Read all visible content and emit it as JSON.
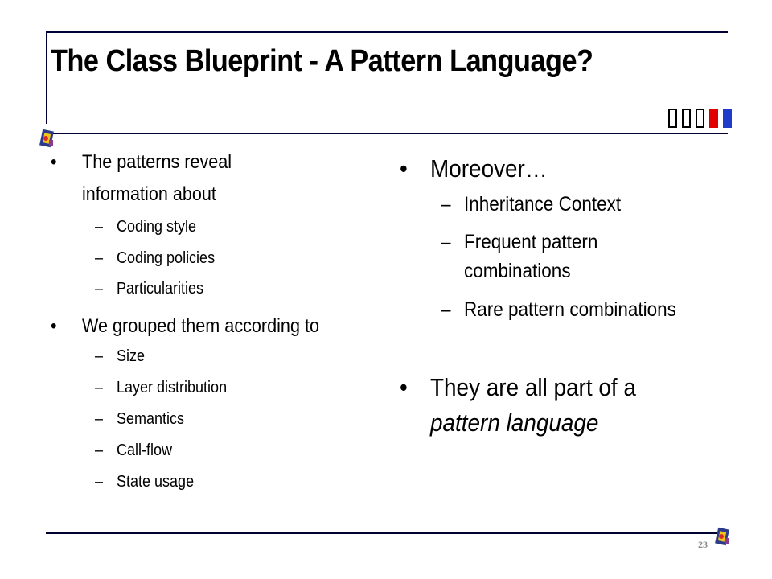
{
  "slide": {
    "title": "The Class Blueprint - A Pattern Language?",
    "page_number": "23",
    "left_column": {
      "bullet1": {
        "marker": "•",
        "line1": "The patterns reveal",
        "line2": "information about",
        "sub_items": [
          "Coding style",
          "Coding policies",
          "Particularities"
        ]
      },
      "bullet2": {
        "marker": "•",
        "text": "We grouped them according to",
        "sub_items": [
          "Size",
          "Layer distribution",
          "Semantics",
          "Call-flow",
          "State usage"
        ]
      },
      "dash": "–"
    },
    "right_column": {
      "bullet1": {
        "marker": "•",
        "text": "Moreover…",
        "sub1": "Inheritance Context",
        "sub2_line1": "Frequent pattern",
        "sub2_line2": "combinations",
        "sub3": "Rare pattern combinations"
      },
      "bullet2": {
        "marker": "•",
        "line1": "They are all part of a",
        "line2": "pattern language"
      },
      "dash": "–"
    },
    "colors": {
      "frame": "#000033",
      "nav_red": "#e00000",
      "nav_blue": "#1e3cc8",
      "page_number": "#8a8a8a"
    },
    "icons": [
      "logo-icon",
      "nav-buttons"
    ]
  }
}
